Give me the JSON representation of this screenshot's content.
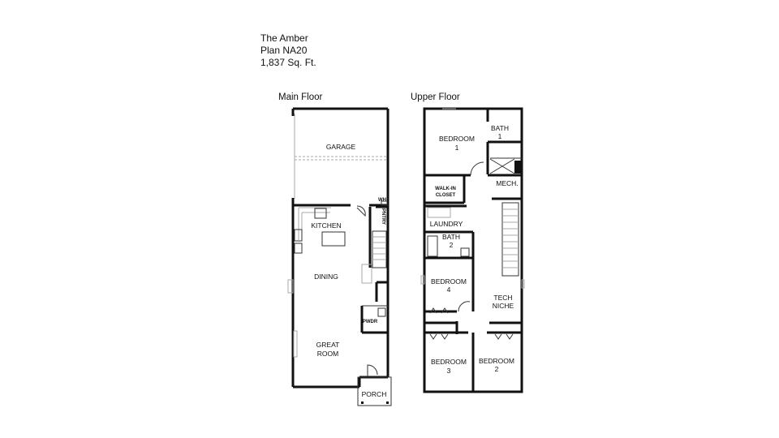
{
  "header": {
    "name": "The Amber",
    "plan": "Plan NA20",
    "area": "1,837 Sq. Ft."
  },
  "main_floor": {
    "title": "Main Floor",
    "rooms": {
      "garage": "GARAGE",
      "wh": "WH",
      "pantry": "PNTRY",
      "kitchen": "KITCHEN",
      "dining": "DINING",
      "great_room_1": "GREAT",
      "great_room_2": "ROOM",
      "powder": "PWDR",
      "porch": "PORCH"
    }
  },
  "upper_floor": {
    "title": "Upper Floor",
    "rooms": {
      "bedroom1_a": "BEDROOM",
      "bedroom1_b": "1",
      "bath1_a": "BATH",
      "bath1_b": "1",
      "closet_a": "WALK-IN",
      "closet_b": "CLOSET",
      "mech": "MECH.",
      "laundry": "LAUNDRY",
      "bath2_a": "BATH",
      "bath2_b": "2",
      "bedroom4_a": "BEDROOM",
      "bedroom4_b": "4",
      "tech_a": "TECH",
      "tech_b": "NICHE",
      "bedroom3_a": "BEDROOM",
      "bedroom3_b": "3",
      "bedroom2_a": "BEDROOM",
      "bedroom2_b": "2"
    }
  }
}
